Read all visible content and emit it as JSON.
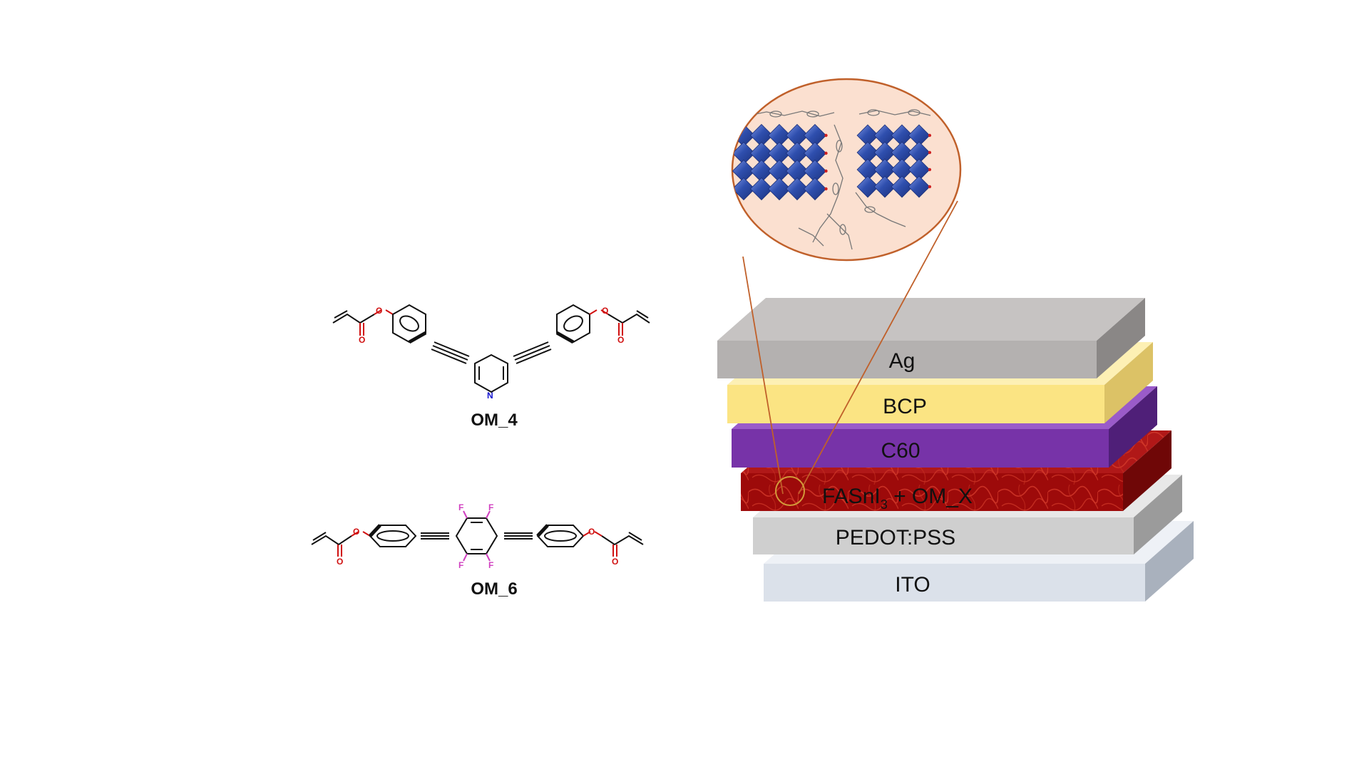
{
  "molecules": [
    {
      "id": "om4",
      "label": "OM_4",
      "atoms": {
        "oxygen": "O",
        "nitrogen": "N"
      }
    },
    {
      "id": "om6",
      "label": "OM_6",
      "atoms": {
        "oxygen": "O",
        "fluorine": "F"
      }
    }
  ],
  "device_stack": {
    "layers": [
      {
        "id": "ag",
        "label": "Ag",
        "color": "#b4b1b0"
      },
      {
        "id": "bcp",
        "label": "BCP",
        "color": "#fbe483"
      },
      {
        "id": "c60",
        "label": "C60",
        "color": "#7733a8"
      },
      {
        "id": "perovskite",
        "label_main": "FASnI",
        "label_sub": "3",
        "label_rest": " + OM_X",
        "color": "#9d0a0a"
      },
      {
        "id": "pedot",
        "label": "PEDOT:PSS",
        "color": "#cfcfcf"
      },
      {
        "id": "ito",
        "label": "ITO",
        "color": "#dbe1ea"
      }
    ]
  },
  "zoom_inset": {
    "fill": "#fbe0d0",
    "stroke": "#c0602a",
    "crystal_color": "#2f4fae"
  },
  "colors": {
    "oxygen": "#d01010",
    "nitrogen": "#1010d0",
    "fluorine": "#d040c0",
    "bond": "#111111"
  }
}
